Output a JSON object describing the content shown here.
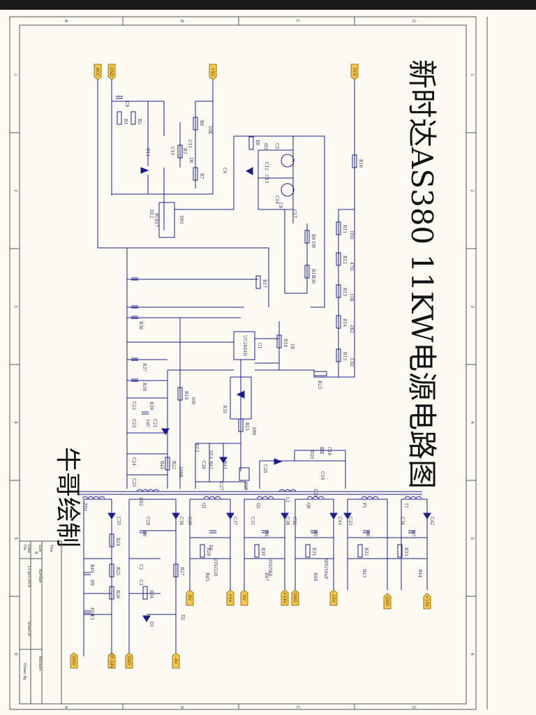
{
  "title": "新时达AS380 11KW电源电路图",
  "author": "牛哥绘制",
  "colors": {
    "wire": "#1c1c8c",
    "port_fill": "#f5c84a",
    "title": "#111111",
    "paper": "#fbfbf4"
  },
  "zones": {
    "columns": [
      "A",
      "B",
      "C",
      "D"
    ],
    "rows": [
      "1",
      "2",
      "3",
      "4",
      "5",
      "6"
    ]
  },
  "ports_top": [
    "ACC",
    "GND",
    "+5V",
    "DCE"
  ],
  "ports_bottom": [
    "GND",
    "GP-24V",
    "GND",
    "-6V",
    "0V",
    "+5V",
    "0V",
    "+24V",
    "GND",
    "-15V",
    "GND",
    "+15V"
  ],
  "ic": {
    "ref": "U1",
    "part": "UC2844N"
  },
  "opto": {
    "ref": "PC817",
    "diode": "D01"
  },
  "components": {
    "resistors": [
      "R1",
      "R2",
      "R3",
      "R6",
      "R7",
      "R8",
      "R9",
      "R10",
      "R11",
      "R12",
      "R13",
      "R14",
      "R15",
      "R16",
      "R17",
      "R18",
      "R19",
      "R21",
      "R22",
      "R23",
      "R24",
      "R25",
      "R26",
      "R27",
      "R28",
      "R30",
      "R31",
      "R32",
      "R33",
      "R34",
      "R35",
      "R36",
      "R37",
      "R38",
      "R39",
      "R40",
      "R41",
      "R42",
      "R43",
      "R44",
      "R45",
      "R47",
      "R48",
      "R49"
    ],
    "capacitors": [
      "C1",
      "C2",
      "C3",
      "C4",
      "C5",
      "C8",
      "C9",
      "C10",
      "C11",
      "C12",
      "C13",
      "C14",
      "C17",
      "C18",
      "C19",
      "C20",
      "C21",
      "C22",
      "C23",
      "C24",
      "C25",
      "C26",
      "C27",
      "C28",
      "C29",
      "C30",
      "C31",
      "C32",
      "C33",
      "C34",
      "C35",
      "C36",
      "C37",
      "C38",
      "C41",
      "C42"
    ],
    "diodes": [
      "D1",
      "D2",
      "D3",
      "D4",
      "D5",
      "D6",
      "D7",
      "D8",
      "D9",
      "D10",
      "D11",
      "D12",
      "D13",
      "D14",
      "D20",
      "D21",
      "ZD1",
      "ZD2"
    ],
    "transistors": [
      "Q1",
      "Q2",
      "Q6"
    ],
    "other": [
      "F1",
      "T1",
      "L1",
      "L2",
      "L3",
      "L4",
      "L5",
      "L6",
      "L7",
      "L8",
      "L9",
      "L10"
    ],
    "values": [
      "10K",
      "2K",
      "1M",
      "330",
      "10Ω",
      "47Ω",
      "15K",
      "2K2",
      "33Ω",
      "6Ω",
      "1K",
      "100",
      "680",
      "100K",
      "25V/220",
      "35V/560",
      "50V/10uF",
      "1nC"
    ]
  },
  "title_block": {
    "title_label": "Title",
    "size_label": "Size",
    "size": "B",
    "number_label": "Number",
    "revision_label": "Revision",
    "date_label": "Date",
    "date": "13-Jun-2019",
    "file_label": "File",
    "sheet_label": "Sheet of",
    "drawn_by_label": "Drawn By"
  }
}
